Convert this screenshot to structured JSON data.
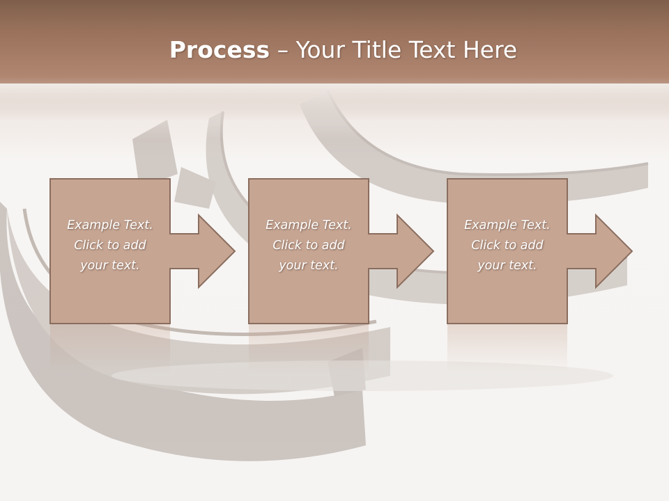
{
  "slide": {
    "title_bold": "Process",
    "title_rest": " – Your Title Text Here",
    "steps": [
      {
        "line1": "Example Text.",
        "line2": "Click  to add",
        "line3": "your text."
      },
      {
        "line1": "Example Text.",
        "line2": "Click  to add",
        "line3": "your text."
      },
      {
        "line1": "Example Text.",
        "line2": "Click  to add",
        "line3": "your text."
      }
    ]
  },
  "colors": {
    "header": "#9a725c",
    "box_fill": "#c6a593",
    "box_border": "#8a6d5e",
    "background": "#f6f4f2"
  }
}
